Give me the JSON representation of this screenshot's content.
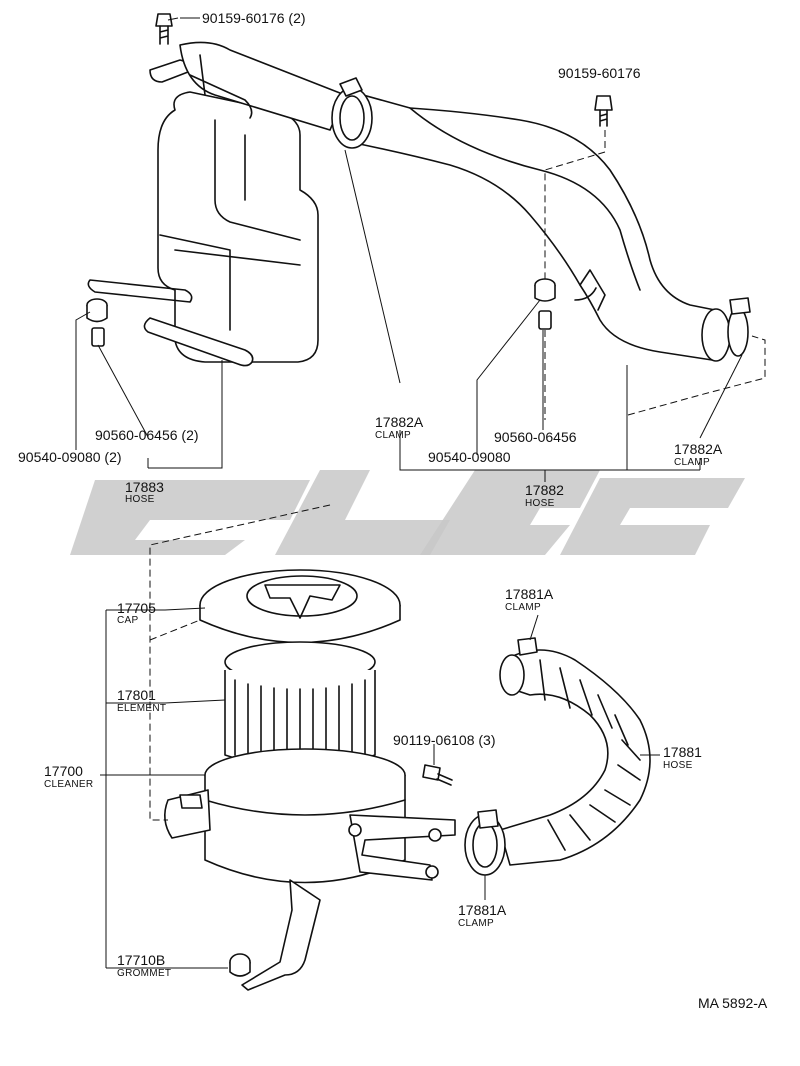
{
  "callouts": {
    "bolt_top": "90159-60176 (2)",
    "bolt_right": "90159-60176",
    "cushion_left": "90560-06456 (2)",
    "grommet_left": "90540-09080 (2)",
    "hose_17883": {
      "number": "17883",
      "name": "HOSE"
    },
    "clamp_17882a_top": {
      "number": "17882A",
      "name": "CLAMP"
    },
    "cushion_right": "90560-06456",
    "grommet_right": "90540-09080",
    "clamp_17882a_right": {
      "number": "17882A",
      "name": "CLAMP"
    },
    "hose_17882": {
      "number": "17882",
      "name": "HOSE"
    },
    "cap_17705": {
      "number": "17705",
      "name": "CAP"
    },
    "element_17801": {
      "number": "17801",
      "name": "ELEMENT"
    },
    "cleaner_17700": {
      "number": "17700",
      "name": "CLEANER"
    },
    "grommet_17710b": {
      "number": "17710B",
      "name": "GROMMET"
    },
    "clamp_17881a_top": {
      "number": "17881A",
      "name": "CLAMP"
    },
    "bolt_mid": "90119-06108 (3)",
    "hose_17881": {
      "number": "17881",
      "name": "HOSE"
    },
    "clamp_17881a_bottom": {
      "number": "17881A",
      "name": "CLAMP"
    }
  },
  "watermark": "clsc",
  "drawing_code": "MA 5892-A",
  "icons": [
    "bolt-icon",
    "grommet-icon",
    "cushion-icon",
    "clamp-icon"
  ]
}
